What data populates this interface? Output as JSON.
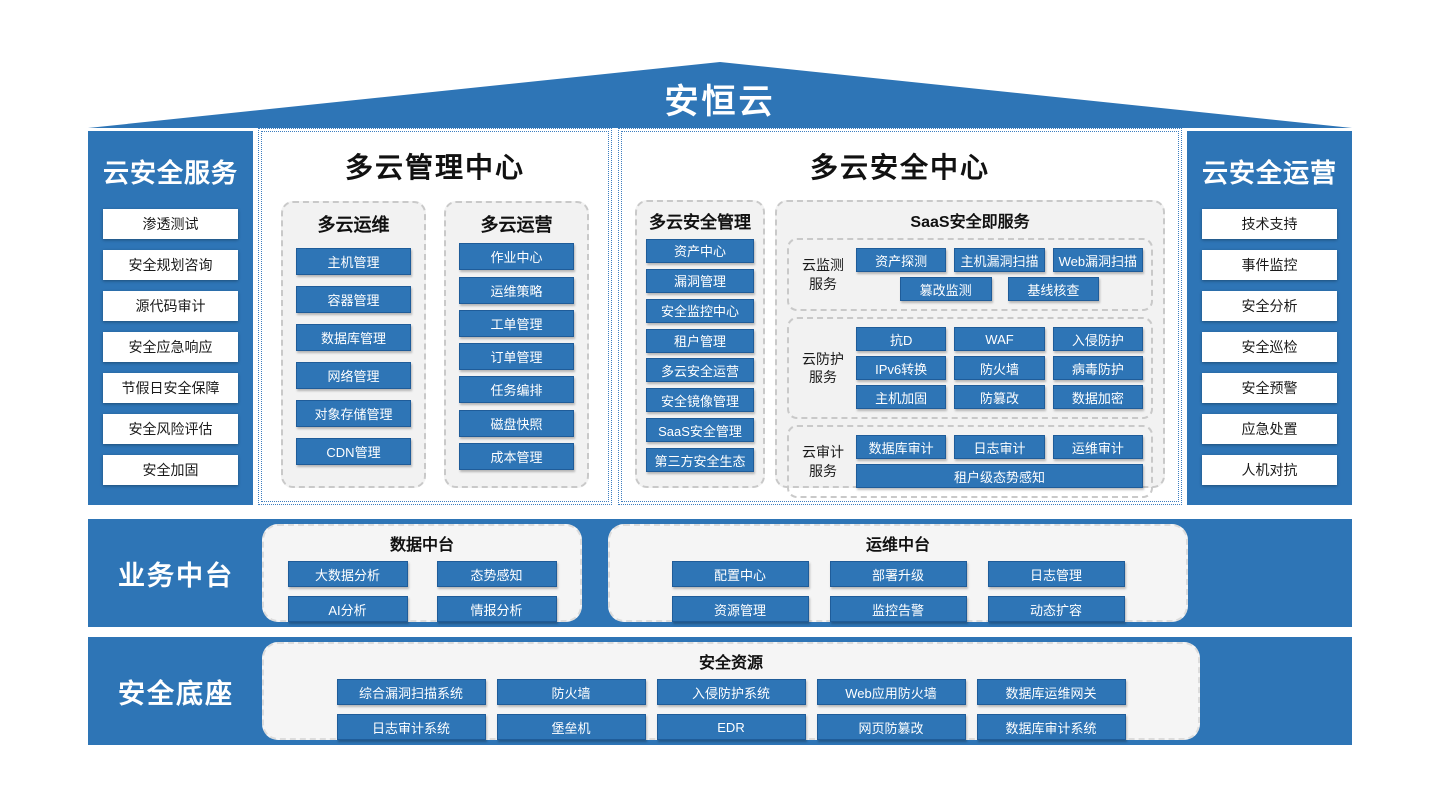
{
  "colors": {
    "primary_blue": "#2E75B6",
    "panel_gray": "#F2F2F2"
  },
  "roof": {
    "title": "安恒云"
  },
  "left_column": {
    "title": "云安全服务",
    "items": [
      "渗透测试",
      "安全规划咨询",
      "源代码审计",
      "安全应急响应",
      "节假日安全保障",
      "安全风险评估",
      "安全加固"
    ]
  },
  "right_column": {
    "title": "云安全运营",
    "items": [
      "技术支持",
      "事件监控",
      "安全分析",
      "安全巡检",
      "安全预警",
      "应急处置",
      "人机对抗"
    ]
  },
  "management_center": {
    "title": "多云管理中心",
    "groups": [
      {
        "title": "多云运维",
        "items": [
          "主机管理",
          "容器管理",
          "数据库管理",
          "网络管理",
          "对象存储管理",
          "CDN管理"
        ]
      },
      {
        "title": "多云运营",
        "items": [
          "作业中心",
          "运维策略",
          "工单管理",
          "订单管理",
          "任务编排",
          "磁盘快照",
          "成本管理"
        ]
      }
    ]
  },
  "security_center": {
    "title": "多云安全中心",
    "management_group": {
      "title": "多云安全管理",
      "items": [
        "资产中心",
        "漏洞管理",
        "安全监控中心",
        "租户管理",
        "多云安全运营",
        "安全镜像管理",
        "SaaS安全管理",
        "第三方安全生态"
      ]
    },
    "saas": {
      "title": "SaaS安全即服务",
      "sections": [
        {
          "label": "云监测\n服务",
          "rows": [
            [
              "资产探测",
              "主机漏洞扫描",
              "Web漏洞扫描"
            ],
            [
              "篡改监测",
              "基线核查"
            ]
          ]
        },
        {
          "label": "云防护\n服务",
          "rows": [
            [
              "抗D",
              "WAF",
              "入侵防护"
            ],
            [
              "IPv6转换",
              "防火墙",
              "病毒防护"
            ],
            [
              "主机加固",
              "防篡改",
              "数据加密"
            ]
          ]
        },
        {
          "label": "云审计\n服务",
          "rows": [
            [
              "数据库审计",
              "日志审计",
              "运维审计"
            ],
            [
              "租户级态势感知"
            ]
          ]
        }
      ]
    }
  },
  "business_platform": {
    "label": "业务中台",
    "panels": [
      {
        "title": "数据中台",
        "rows": [
          [
            "大数据分析",
            "态势感知"
          ],
          [
            "AI分析",
            "情报分析"
          ]
        ]
      },
      {
        "title": "运维中台",
        "rows": [
          [
            "配置中心",
            "部署升级",
            "日志管理"
          ],
          [
            "资源管理",
            "监控告警",
            "动态扩容"
          ]
        ]
      }
    ]
  },
  "security_base": {
    "label": "安全底座",
    "panel": {
      "title": "安全资源",
      "rows": [
        [
          "综合漏洞扫描系统",
          "防火墙",
          "入侵防护系统",
          "Web应用防火墙",
          "数据库运维网关"
        ],
        [
          "日志审计系统",
          "堡垒机",
          "EDR",
          "网页防篡改",
          "数据库审计系统"
        ]
      ]
    }
  }
}
